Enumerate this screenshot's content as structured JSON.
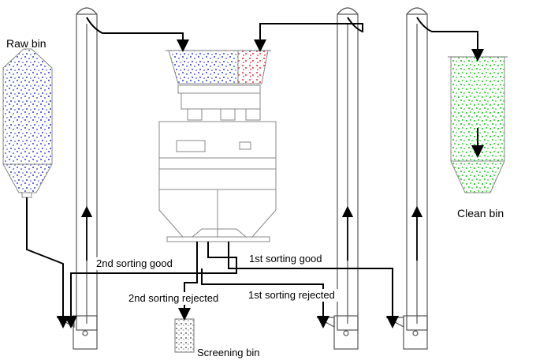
{
  "labels": {
    "raw_bin": "Raw bin",
    "clean_bin": "Clean bin",
    "second_good": "2nd sorting good",
    "first_good": "1st sorting good",
    "second_rejected": "2nd sorting rejected",
    "first_rejected": "1st sorting rejected",
    "screening_bin": "Screening bin"
  },
  "colors": {
    "raw_grain": "#2b3fc9",
    "rejected_grain": "#e0303a",
    "clean_grain": "#2fd12f",
    "line": "#000000",
    "equipment": "#777777"
  }
}
